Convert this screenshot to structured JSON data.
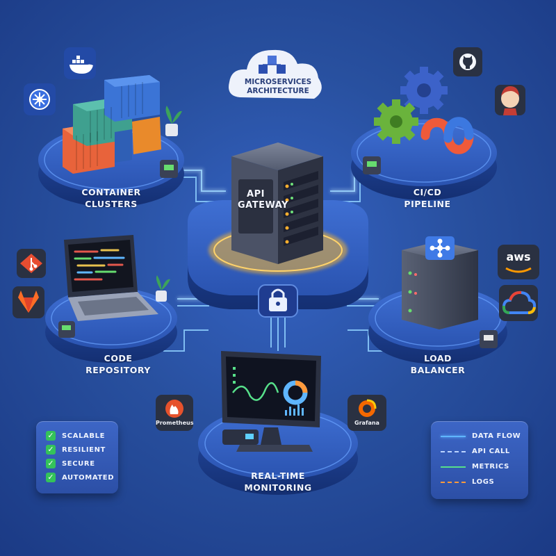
{
  "header": {
    "title": "MICROSERVICES\nARCHITECTURE",
    "logo_icon": "cubes-icon"
  },
  "gateway": {
    "label": "API\nGATEWAY",
    "lock_icon": "lock-icon"
  },
  "components": {
    "containers": {
      "label": "CONTAINER\nCLUSTERS"
    },
    "cicd": {
      "label": "CI/CD\nPIPELINE"
    },
    "repo": {
      "label": "CODE\nREPOSITORY"
    },
    "loadbalancer": {
      "label": "LOAD\nBALANCER"
    },
    "monitoring": {
      "label": "REAL-TIME\nMONITORING"
    }
  },
  "tools": {
    "prometheus": "Prometheus",
    "grafana": "Grafana",
    "aws": "aws"
  },
  "features": [
    "SCALABLE",
    "RESILIENT",
    "SECURE",
    "AUTOMATED"
  ],
  "legend": [
    {
      "label": "DATA FLOW",
      "color": "#5fb6ff",
      "style": "solid"
    },
    {
      "label": "API CALL",
      "color": "#bcd4ff",
      "style": "dashed"
    },
    {
      "label": "METRICS",
      "color": "#57e08a",
      "style": "solid"
    },
    {
      "label": "LOGS",
      "color": "#ff9a3c",
      "style": "dashed"
    }
  ],
  "colors": {
    "background": "#28509f",
    "accent": "#f7b733",
    "flow": "#7ec8ff"
  }
}
